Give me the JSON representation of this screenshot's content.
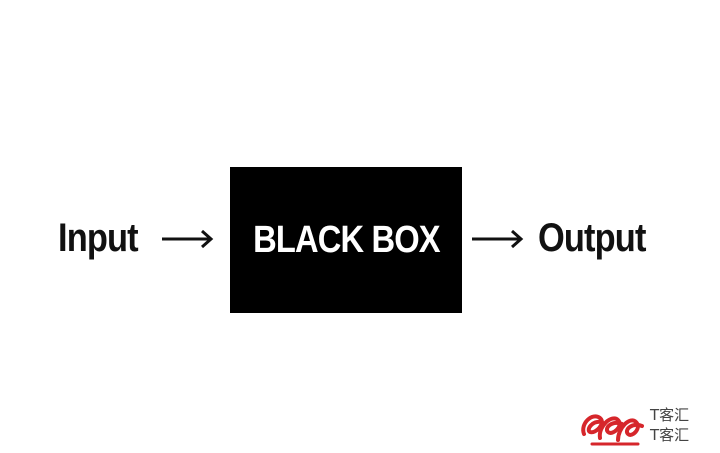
{
  "diagram": {
    "input_label": "Input",
    "box_label": "BLACK BOX",
    "output_label": "Output"
  },
  "watermark": {
    "line1": "T客汇",
    "line2": "T客汇",
    "accent_color": "#d6262b"
  },
  "colors": {
    "box": "#000000",
    "box_text": "#ffffff",
    "text": "#111111",
    "background": "#ffffff"
  }
}
